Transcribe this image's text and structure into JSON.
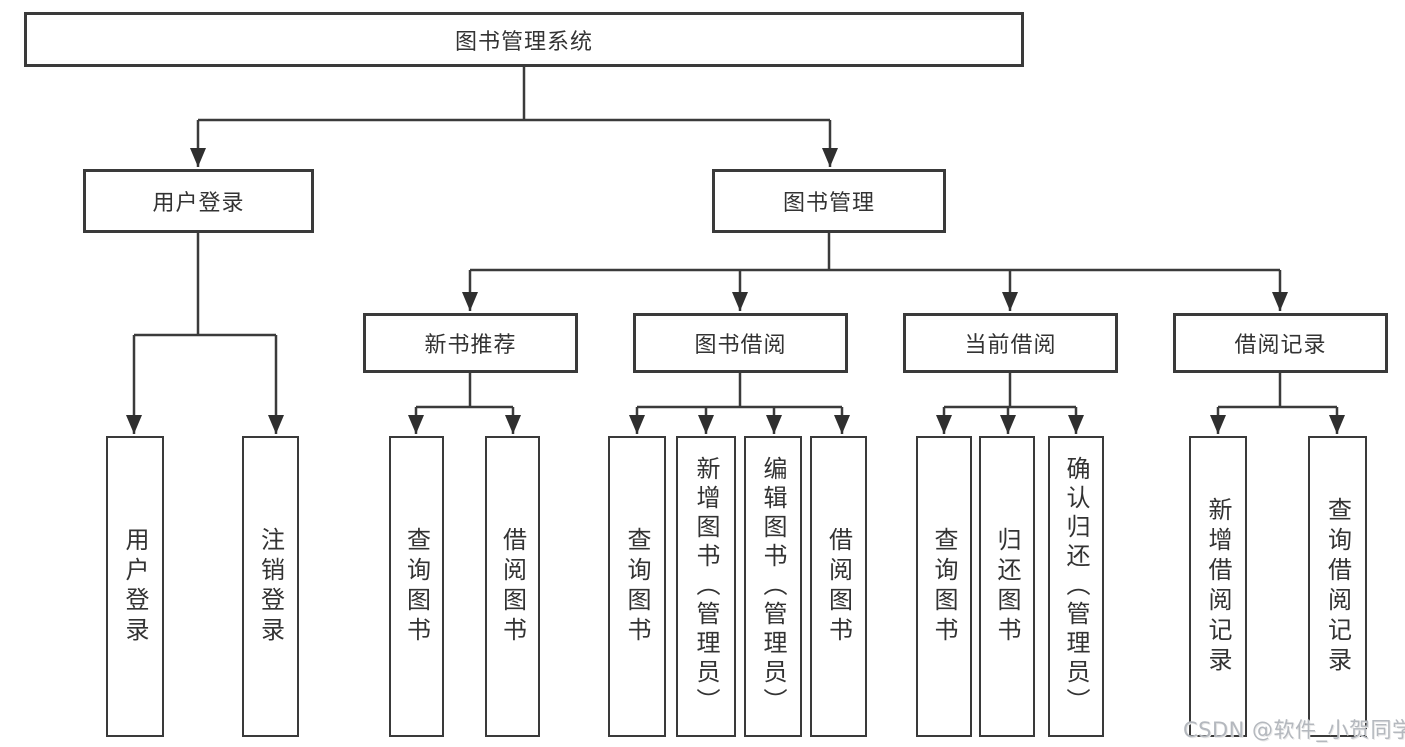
{
  "colors": {
    "line": "#3b3b3b",
    "arrow": "#2f2f2f",
    "box_border": "#3a3a3a",
    "text": "#333333",
    "watermark": "#b4b8be"
  },
  "tree": {
    "root": {
      "label": "图书管理系统"
    },
    "branches": [
      {
        "label": "用户登录",
        "children": [
          {
            "label": "用户登录"
          },
          {
            "label": "注销登录"
          }
        ]
      },
      {
        "label": "图书管理",
        "children": [
          {
            "label": "新书推荐",
            "children": [
              {
                "label": "查询图书"
              },
              {
                "label": "借阅图书"
              }
            ]
          },
          {
            "label": "图书借阅",
            "children": [
              {
                "label": "查询图书"
              },
              {
                "label": "新增图书（管理员）"
              },
              {
                "label": "编辑图书（管理员）"
              },
              {
                "label": "借阅图书"
              }
            ]
          },
          {
            "label": "当前借阅",
            "children": [
              {
                "label": "查询图书"
              },
              {
                "label": "归还图书"
              },
              {
                "label": "确认归还（管理员）"
              }
            ]
          },
          {
            "label": "借阅记录",
            "children": [
              {
                "label": "新增借阅记录"
              },
              {
                "label": "查询借阅记录"
              }
            ]
          }
        ]
      }
    ]
  },
  "watermark": "CSDN @软件_小贺同学"
}
